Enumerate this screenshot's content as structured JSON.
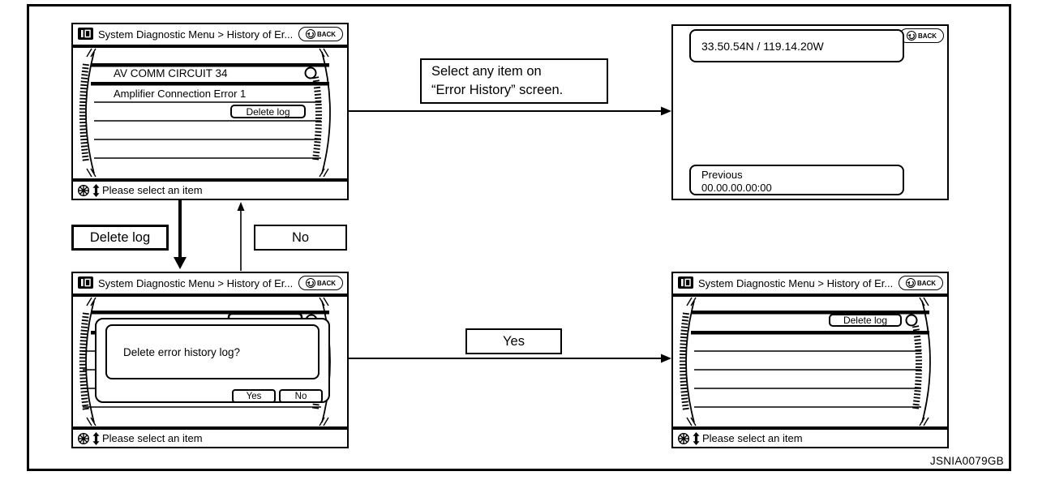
{
  "palette": {
    "ink": "#000000",
    "paper": "#ffffff"
  },
  "caption": "JSNIA0079GB",
  "flow": {
    "select_line1": "Select any item on",
    "select_line2": "“Error History” screen.",
    "delete_log": "Delete log",
    "no": "No",
    "yes": "Yes"
  },
  "screens": {
    "error_detail": {
      "title": "System Diagnostic Menu > History of Er...",
      "back": "BACK",
      "selected_item": "AV COMM CIRCUIT 34",
      "error_item": "Amplifier Connection Error 1",
      "delete_log_button": "Delete log",
      "status": "Please select an item"
    },
    "position_info": {
      "back": "BACK",
      "coordinates": "33.50.54N / 119.14.20W",
      "previous_label": "Previous",
      "previous_value": "00.00.00.00:00"
    },
    "delete_confirm": {
      "title": "System Diagnostic Menu > History of Er...",
      "back": "BACK",
      "message": "Delete error history log?",
      "yes": "Yes",
      "no": "No",
      "status": "Please select an item"
    },
    "error_history": {
      "title": "System Diagnostic Menu > History of Er...",
      "back": "BACK",
      "delete_log_button": "Delete log",
      "status": "Please select an item"
    }
  }
}
